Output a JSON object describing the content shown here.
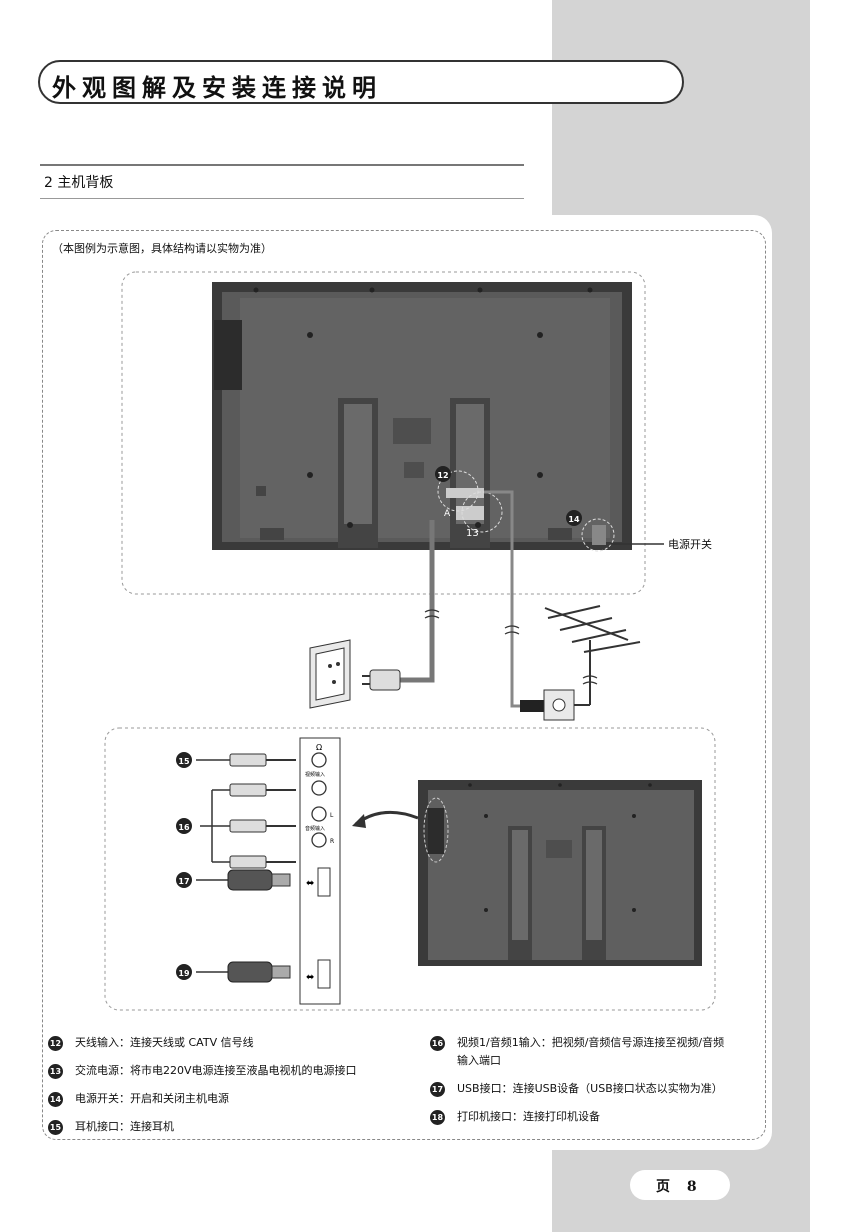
{
  "header": {
    "title": "外观图解及安装连接说明"
  },
  "section": {
    "title": "2 主机背板"
  },
  "diagram": {
    "note": "（本图例为示意图，具体结构请以实物为准）",
    "power_switch_label": "电源开关",
    "callouts": {
      "c12": "12",
      "c13": "13",
      "c14": "14",
      "c15": "15",
      "c16": "16",
      "c17": "17",
      "c19": "19",
      "a": "A"
    },
    "port_labels": {
      "headphone": "Ω",
      "video_in": "视频输入",
      "audio_l": "L",
      "audio_r": "R",
      "audio_in": "音频输入"
    }
  },
  "legend": {
    "left": [
      {
        "num": "12",
        "text": "天线输入：连接天线或 CATV 信号线"
      },
      {
        "num": "13",
        "text": "交流电源：将市电220V电源连接至液晶电视机的电源接口"
      },
      {
        "num": "14",
        "text": "电源开关：开启和关闭主机电源"
      },
      {
        "num": "15",
        "text": "耳机接口：连接耳机"
      }
    ],
    "right": [
      {
        "num": "16",
        "text": "视频1/音频1输入：把视频/音频信号源连接至视频/音频",
        "cont": "输入端口"
      },
      {
        "num": "17",
        "text": "USB接口：连接USB设备（USB接口状态以实物为准）"
      },
      {
        "num": "18",
        "text": "打印机接口：连接打印机设备"
      }
    ]
  },
  "footer": {
    "page_label": "页 8"
  }
}
